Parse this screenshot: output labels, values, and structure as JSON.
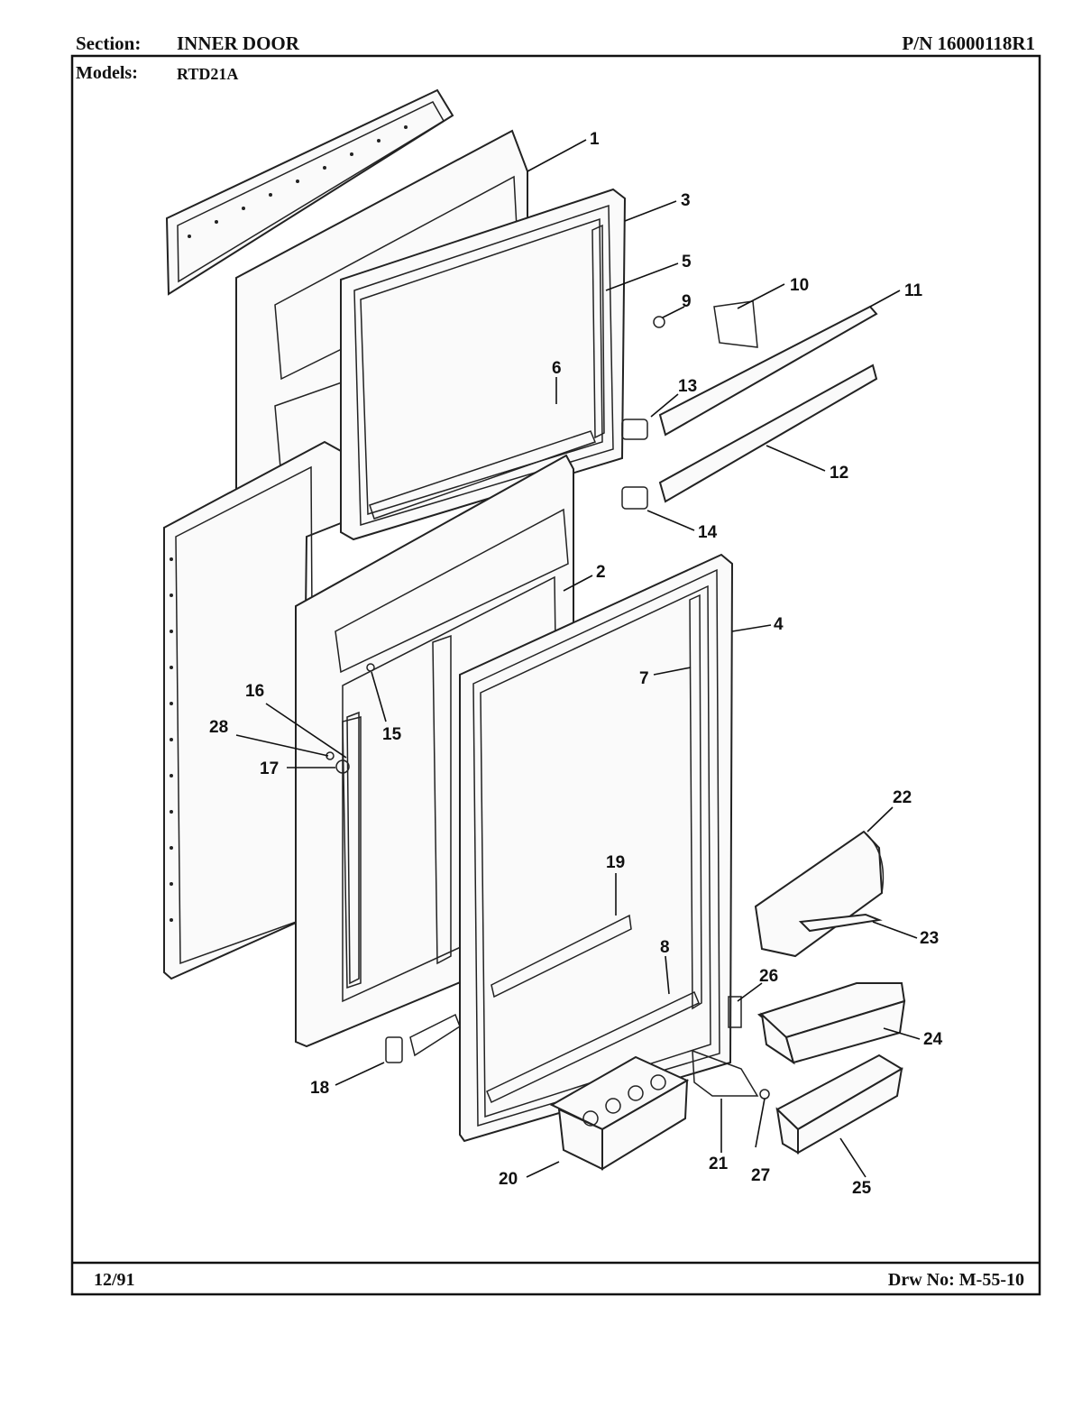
{
  "header": {
    "section_label": "Section:",
    "section_value": "INNER DOOR",
    "part_number": "P/N 16000118R1",
    "models_label": "Models:",
    "models_value": "RTD21A"
  },
  "footer": {
    "date": "12/91",
    "drawing_number": "Drw No: M-55-10"
  },
  "callouts": {
    "c1": "1",
    "c2": "2",
    "c3": "3",
    "c4": "4",
    "c5": "5",
    "c6": "6",
    "c7": "7",
    "c8": "8",
    "c9": "9",
    "c10": "10",
    "c11": "11",
    "c12": "12",
    "c13": "13",
    "c14": "14",
    "c15": "15",
    "c16": "16",
    "c17": "17",
    "c18": "18",
    "c19": "19",
    "c20": "20",
    "c21": "21",
    "c22": "22",
    "c23": "23",
    "c24": "24",
    "c25": "25",
    "c26": "26",
    "c27": "27",
    "c28": "28"
  }
}
